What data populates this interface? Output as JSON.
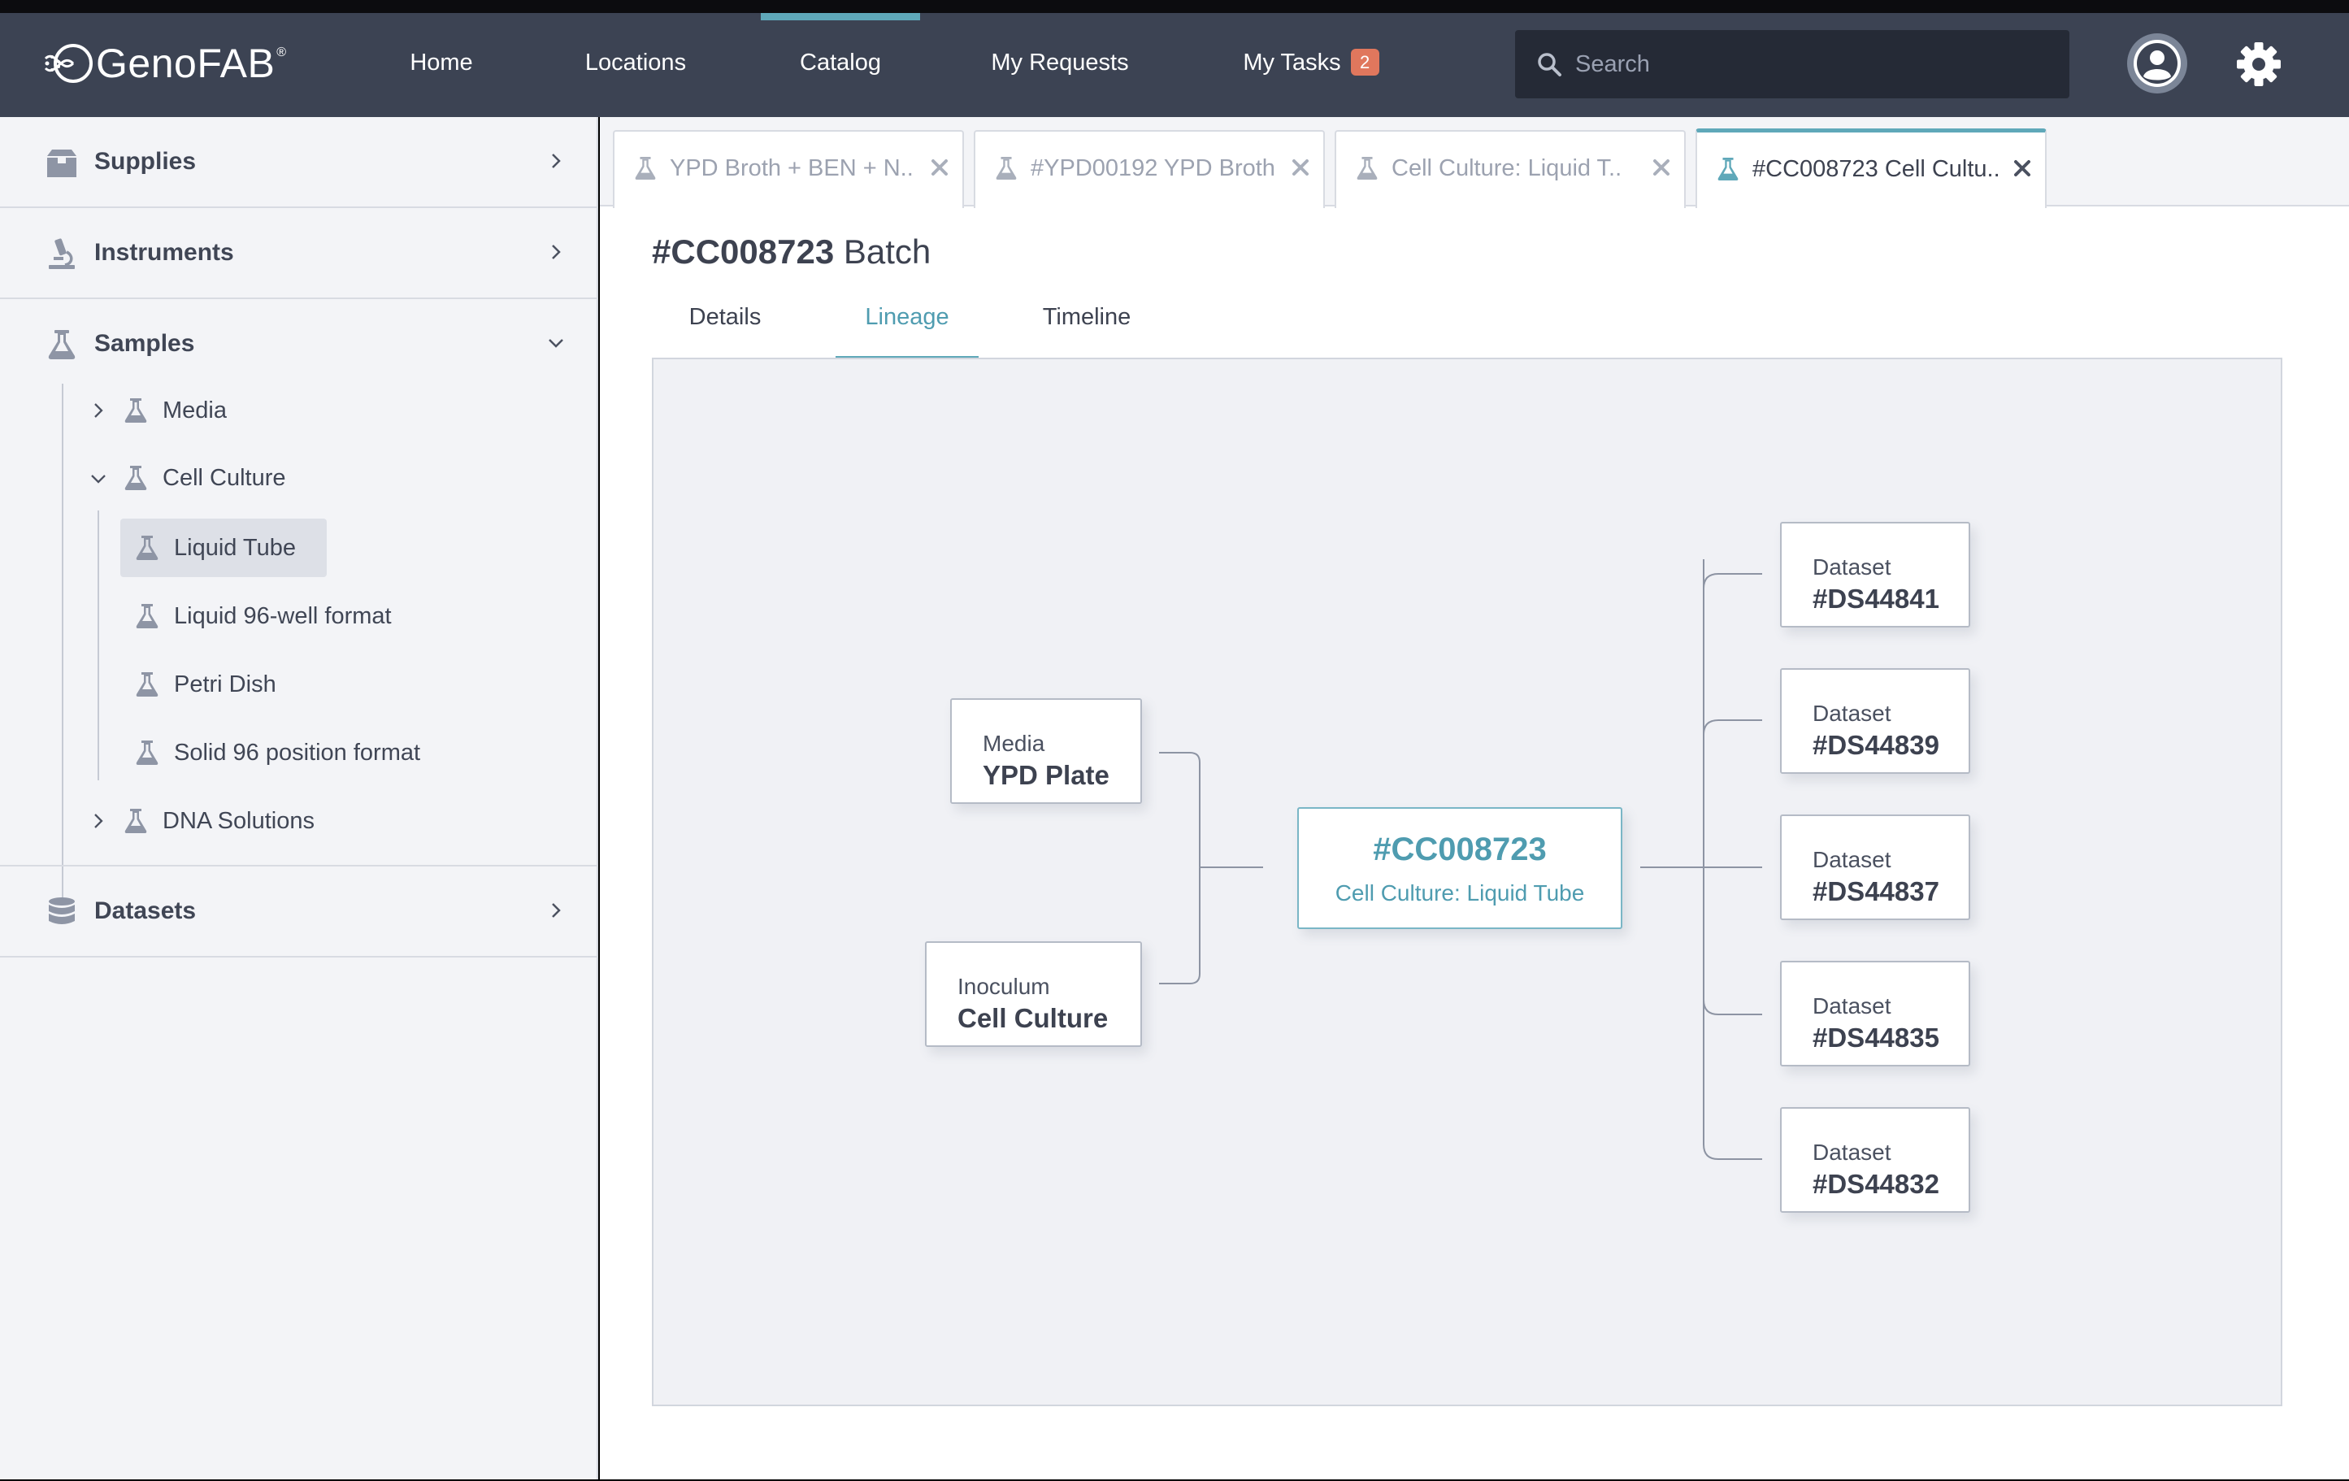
{
  "app": {
    "logo_text": "GenoFAB",
    "logo_mark": "®"
  },
  "nav": {
    "items": [
      {
        "label": "Home"
      },
      {
        "label": "Locations"
      },
      {
        "label": "Catalog"
      },
      {
        "label": "My Requests"
      },
      {
        "label": "My Tasks",
        "badge": "2"
      }
    ],
    "active": "Catalog"
  },
  "search": {
    "placeholder": "Search",
    "value": ""
  },
  "sidebar": {
    "sections": [
      {
        "label": "Supplies",
        "icon": "box-icon"
      },
      {
        "label": "Instruments",
        "icon": "microscope-icon"
      },
      {
        "label": "Samples",
        "icon": "flask-icon",
        "expanded": true
      },
      {
        "label": "Datasets",
        "icon": "database-icon"
      }
    ],
    "tree": [
      {
        "label": "Media"
      },
      {
        "label": "Cell Culture"
      },
      {
        "label": "Liquid Tube"
      },
      {
        "label": "Liquid 96-well format"
      },
      {
        "label": "Petri Dish"
      },
      {
        "label": "Solid 96 position format"
      },
      {
        "label": "DNA Solutions"
      }
    ],
    "selected": "Liquid Tube"
  },
  "doc_tabs": [
    {
      "label": "YPD Broth + BEN + N.."
    },
    {
      "label": "#YPD00192 YPD Broth"
    },
    {
      "label": "Cell Culture: Liquid T.."
    },
    {
      "label": "#CC008723 Cell Cultu.."
    }
  ],
  "page": {
    "title_id": "#CC008723",
    "title_suffix": "Batch",
    "subtabs": [
      {
        "label": "Details"
      },
      {
        "label": "Lineage"
      },
      {
        "label": "Timeline"
      }
    ],
    "active_subtab": "Lineage"
  },
  "lineage": {
    "inputs": [
      {
        "type": "Media",
        "name": "YPD Plate"
      },
      {
        "type": "Inoculum",
        "name": "Cell Culture"
      }
    ],
    "center": {
      "id": "#CC008723",
      "subtitle": "Cell Culture: Liquid Tube"
    },
    "outputs": [
      {
        "type": "Dataset",
        "name": "#DS44841"
      },
      {
        "type": "Dataset",
        "name": "#DS44839"
      },
      {
        "type": "Dataset",
        "name": "#DS44837"
      },
      {
        "type": "Dataset",
        "name": "#DS44835"
      },
      {
        "type": "Dataset",
        "name": "#DS44832"
      }
    ]
  },
  "colors": {
    "header": "#3c4353",
    "accent": "#5fa8b9",
    "badge": "#e0775d"
  }
}
